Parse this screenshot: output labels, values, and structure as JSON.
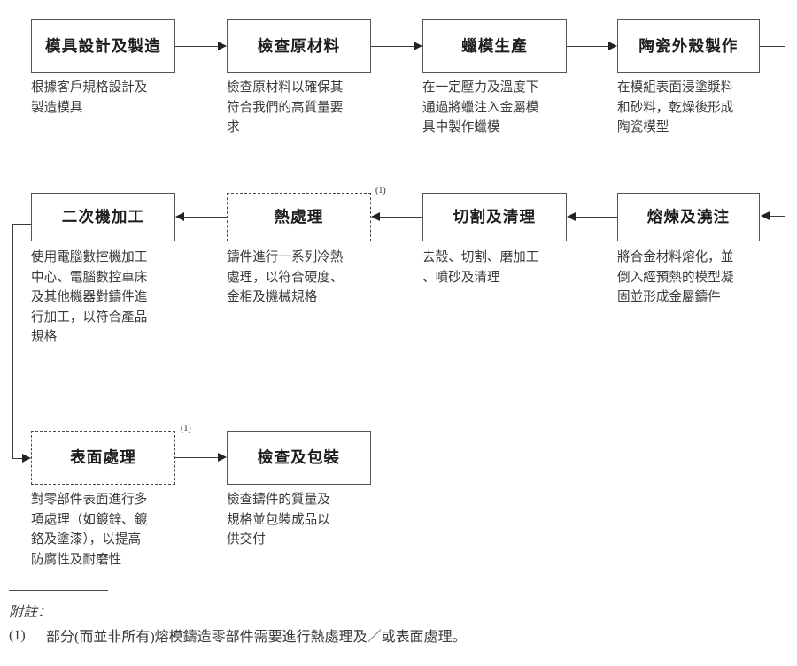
{
  "diagram": {
    "title": "Investment Casting Production Flow Chart",
    "colors": {
      "box_border": "#555555",
      "dashed_border": "#4a4a4a",
      "connector": "#3c3c3c",
      "arrow": "#222222",
      "title_text": "#1c1c1c",
      "body_text": "#3a3a3a",
      "background": "#ffffff"
    },
    "rows": [
      {
        "row": 1,
        "direction": "left-to-right",
        "nodes": [
          {
            "id": "mold-design",
            "title": "模具設計及製造",
            "style": "solid",
            "description": "根據客戶規格設計及\n製造模具",
            "footnote_marker": ""
          },
          {
            "id": "raw-material-inspection",
            "title": "檢查原材料",
            "style": "solid",
            "description": "檢查原材料以確保其\n符合我們的高質量要\n求",
            "footnote_marker": ""
          },
          {
            "id": "wax-pattern-production",
            "title": "蠟模生產",
            "style": "solid",
            "description": "在一定壓力及溫度下\n通過將蠟注入金屬模\n具中製作蠟模",
            "footnote_marker": ""
          },
          {
            "id": "ceramic-shell-making",
            "title": "陶瓷外殼製作",
            "style": "solid",
            "description": "在模組表面浸塗漿料\n和砂料，乾燥後形成\n陶瓷模型",
            "footnote_marker": ""
          }
        ]
      },
      {
        "row": 2,
        "direction": "right-to-left",
        "nodes": [
          {
            "id": "secondary-machining",
            "title": "二次機加工",
            "style": "solid",
            "description": "使用電腦數控機加工\n中心、電腦數控車床\n及其他機器對鑄件進\n行加工，以符合產品\n規格",
            "footnote_marker": ""
          },
          {
            "id": "heat-treatment",
            "title": "熱處理",
            "style": "dashed",
            "description": "鑄件進行一系列冷熱\n處理，以符合硬度、\n金相及機械規格",
            "footnote_marker": "(1)"
          },
          {
            "id": "cutting-and-cleaning",
            "title": "切割及清理",
            "style": "solid",
            "description": "去殼、切割、磨加工\n、噴砂及清理",
            "footnote_marker": ""
          },
          {
            "id": "melting-and-pouring",
            "title": "熔煉及澆注",
            "style": "solid",
            "description": "將合金材料熔化，並\n倒入經預熱的模型凝\n固並形成金屬鑄件",
            "footnote_marker": ""
          }
        ]
      },
      {
        "row": 3,
        "direction": "left-to-right",
        "nodes": [
          {
            "id": "surface-treatment",
            "title": "表面處理",
            "style": "dashed",
            "description": "對零部件表面進行多\n項處理（如鍍鋅、鍍\n鉻及塗漆），以提高\n防腐性及耐磨性",
            "footnote_marker": "(1)"
          },
          {
            "id": "inspection-and-packaging",
            "title": "檢查及包裝",
            "style": "solid",
            "description": "檢查鑄件的質量及\n規格並包裝成品以\n供交付",
            "footnote_marker": ""
          }
        ]
      }
    ]
  },
  "footnote": {
    "label": "附註：",
    "number": "(1)",
    "text": "部分(而並非所有)熔模鑄造零部件需要進行熱處理及／或表面處理。"
  }
}
